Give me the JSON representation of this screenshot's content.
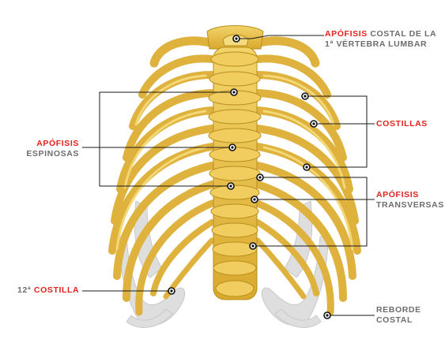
{
  "labels": {
    "costal_red": "APÓFISIS",
    "costal_rest": "COSTAL DE LA",
    "costal_line2": "1ª VÉRTEBRA LUMBAR",
    "costillas": "COSTILLAS",
    "espinosas_red": "APÓFISIS",
    "espinosas_line2": "ESPINOSAS",
    "transversas_red": "APÓFISIS",
    "transversas_line2": "TRANSVERSAS",
    "doce_prefix": "12ª",
    "doce_red": "COSTILLA",
    "reborde_line1": "REBORDE",
    "reborde_line2": "COSTAL"
  },
  "colors": {
    "bone": "#e8c34a",
    "bone_shadow": "#b88e1c",
    "cartilage": "#dcdcdc",
    "accent_red": "#e2211c",
    "label_gray": "#6d6d6d",
    "leader_line": "#1a1a1a"
  }
}
